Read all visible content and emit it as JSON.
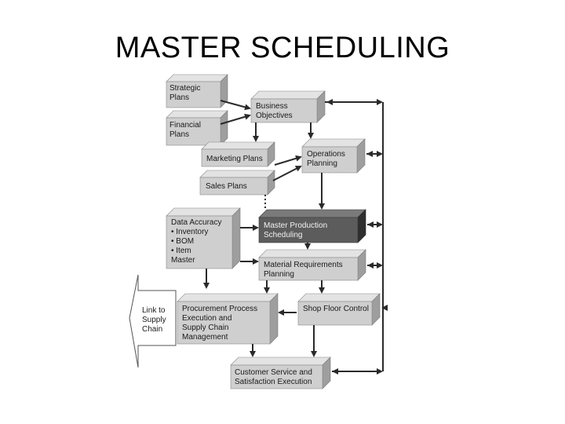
{
  "title": "MASTER SCHEDULING",
  "boxes": {
    "strategic": [
      "Strategic",
      "Plans"
    ],
    "financial": [
      "Financial",
      "Plans"
    ],
    "business": [
      "Business",
      "Objectives"
    ],
    "marketing": [
      "Marketing Plans"
    ],
    "operations": [
      "Operations",
      "Planning"
    ],
    "sales": [
      "Sales Plans"
    ],
    "data_accuracy": [
      "Data Accuracy",
      "• Inventory",
      "• BOM",
      "• Item",
      "  Master"
    ],
    "mps": [
      "Master Production",
      "Scheduling"
    ],
    "mrp": [
      "Material Requirements",
      "Planning"
    ],
    "procurement": [
      "Procurement Process",
      "Execution and",
      "Supply Chain",
      "Management"
    ],
    "shop_floor": [
      "Shop Floor Control"
    ],
    "customer": [
      "Customer Service and",
      "Satisfaction Execution"
    ],
    "link": [
      "Link to",
      "Supply",
      "Chain"
    ]
  }
}
